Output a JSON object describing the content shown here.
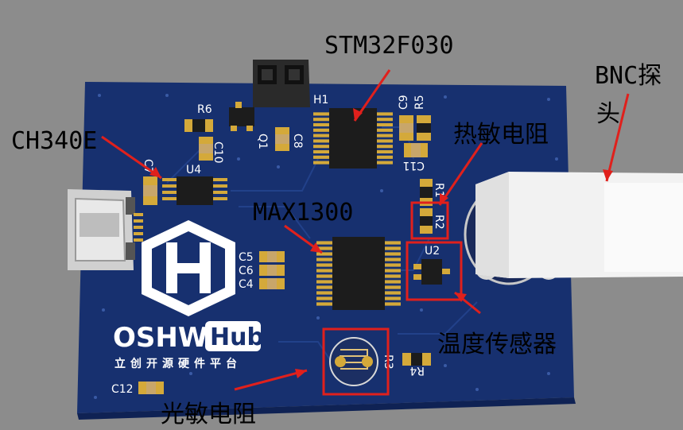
{
  "annotations": {
    "stm32": "STM32F030",
    "ch340": "CH340E",
    "bnc_line1": "BNC探",
    "bnc_line2": "头",
    "thermistor": "热敏电阻",
    "max1300": "MAX1300",
    "temp_sensor": "温度传感器",
    "photoresistor": "光敏电阻"
  },
  "silkscreen": {
    "r6": "R6",
    "q1": "Q1",
    "c8": "C8",
    "c10": "C10",
    "h1": "H1",
    "c9": "C9",
    "r5": "R5",
    "c11": "C11",
    "u4": "U4",
    "c7": "C7",
    "r1": "R1",
    "r2": "R2",
    "u2": "U2",
    "c5": "C5",
    "c6": "C6",
    "c4": "C4",
    "r3": "R3",
    "r4": "R4",
    "c12": "C12"
  },
  "logo": {
    "brand_prefix": "OSHW",
    "brand_suffix": "Hub",
    "tagline": "立创开源硬件平台"
  },
  "colors": {
    "background": "#8c8c8c",
    "board": "#17306f",
    "pad_gold": "#d4a93a",
    "annotation_red": "#e0201c",
    "silkscreen": "#ffffff",
    "ic_body": "#1c1c1c"
  }
}
